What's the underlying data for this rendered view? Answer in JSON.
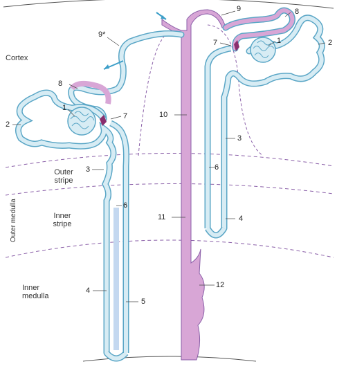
{
  "zones": {
    "cortex": "Cortex",
    "outer_stripe": "Outer\nstripe",
    "inner_stripe": "Inner\nstripe",
    "outer_medulla": "Outer medulla",
    "inner_medulla": "Inner\nmedulla"
  },
  "labels": {
    "l1": "1",
    "l2": "2",
    "l3": "3",
    "l4": "4",
    "l5": "5",
    "l6": "6",
    "l7": "7",
    "l8": "8",
    "l9": "9",
    "l9star": "9*",
    "l10": "10",
    "l11": "11",
    "l12": "12"
  },
  "colors": {
    "tubule_fill": "#d7ecf4",
    "tubule_stroke": "#5aa6c6",
    "duct_fill": "#d8a6d6",
    "boundary": "#8a5fa8"
  }
}
